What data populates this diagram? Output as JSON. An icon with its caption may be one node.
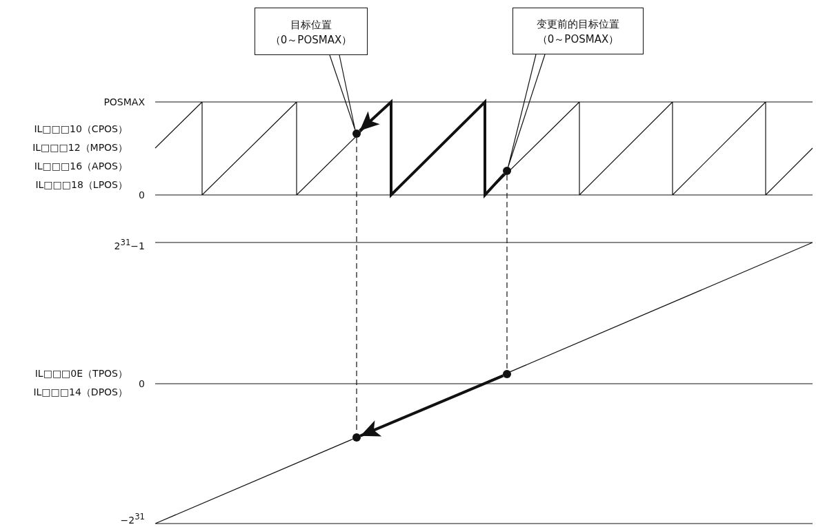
{
  "diagram": {
    "nodes": [
      {
        "text": [
          "目标位置",
          "（0～POSMAX）"
        ]
      },
      {
        "text": [
          "变更前的目标位置",
          "（0～POSMAX）"
        ]
      },
      {
        "text": [],
        "shape": "circle"
      },
      {
        "text": [],
        "shape": "circle"
      },
      {
        "text": [],
        "shape": "circle"
      },
      {
        "text": [],
        "shape": "circle"
      }
    ],
    "edges": [
      {
        "from": 0,
        "to": 2,
        "arrow": "none"
      },
      {
        "from": 1,
        "to": 3,
        "arrow": "none"
      },
      {
        "from": 3,
        "to": 2,
        "arrow": "to",
        "style": "thick"
      },
      {
        "from": 2,
        "to": 5,
        "arrow": "none",
        "style": "dashed"
      },
      {
        "from": 3,
        "to": 4,
        "arrow": "none",
        "style": "dashed"
      },
      {
        "from": 4,
        "to": 5,
        "arrow": "to",
        "style": "thick"
      }
    ],
    "labels": [
      "POSMAX",
      "IL□□□10（CPOS）",
      "IL□□□12（MPOS）",
      "IL□□□16（APOS）",
      "IL□□□18（LPOS）",
      "0",
      "2$^{31}$−1",
      "IL□□□0E（TPOS）",
      "IL□□□14（DPOS）",
      "0",
      "−2$^{31}$"
    ]
  }
}
